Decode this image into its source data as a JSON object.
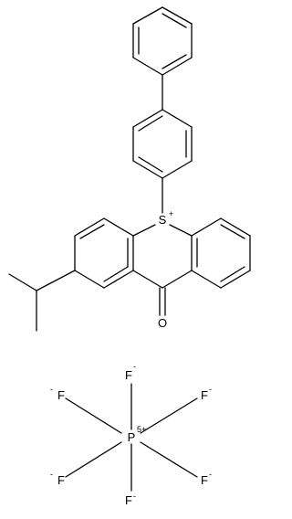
{
  "molecule": {
    "atoms": {
      "sulfur": "S",
      "sulfur_charge": "+",
      "oxygen": "O",
      "phosphorus": "P",
      "phosphorus_charge": "5+",
      "fluorine": "F",
      "fluoride_charge": "-"
    }
  }
}
